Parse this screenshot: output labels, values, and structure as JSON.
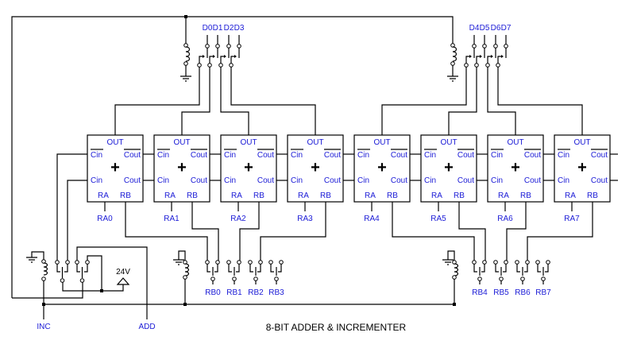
{
  "title": "8-BIT ADDER & INCREMENTER",
  "colors": {
    "label": "#1a1ad6",
    "wire": "#000000",
    "background": "#ffffff"
  },
  "adders": [
    {
      "ra_label": "RA0"
    },
    {
      "ra_label": "RA1"
    },
    {
      "ra_label": "RA2"
    },
    {
      "ra_label": "RA3"
    },
    {
      "ra_label": "RA4"
    },
    {
      "ra_label": "RA5"
    },
    {
      "ra_label": "RA6"
    },
    {
      "ra_label": "RA7"
    }
  ],
  "adder_pins": {
    "out": "OUT",
    "cin_bar": "Cin",
    "cout_bar": "Cout",
    "cin": "Cin",
    "cout": "Cout",
    "ra": "RA",
    "rb": "RB",
    "symbol": "+"
  },
  "data_lines": [
    "D0",
    "D1",
    "D2",
    "D3",
    "D4",
    "D5",
    "D6",
    "D7"
  ],
  "rb_lines": [
    "RB0",
    "RB1",
    "RB2",
    "RB3",
    "RB4",
    "RB5",
    "RB6",
    "RB7"
  ],
  "control_inputs": {
    "inc": "INC",
    "add": "ADD"
  },
  "supply_label": "24V",
  "icons": [
    "relay-coil-icon",
    "ground-icon",
    "switch-contact-icon",
    "supply-arrow-icon",
    "junction-dot-icon"
  ]
}
